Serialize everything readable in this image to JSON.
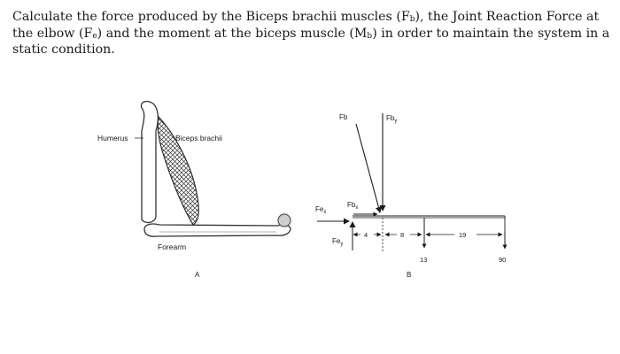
{
  "problem": {
    "p1": "Calculate the force produced by the Biceps brachii muscles (F",
    "s1": "b",
    "p2": "), the Joint Reaction Force at the elbow (F",
    "s2": "e",
    "p3": ") and the moment at the biceps muscle (M",
    "s3": "b",
    "p4": ") in order to maintain the system in a static condition."
  },
  "figure_a": {
    "humerus": "Humerus",
    "biceps": "Biceps brachii",
    "forearm": "Forearm",
    "caption": "A"
  },
  "figure_b": {
    "fb": "Fb",
    "fby": "Fb",
    "fby_sub": "y",
    "fbx": "Fb",
    "fbx_sub": "x",
    "fex": "Fe",
    "fex_sub": "x",
    "fey": "Fe",
    "fey_sub": "y",
    "dim_4": "4",
    "dim_8": "8",
    "dim_19": "19",
    "load_13": "13",
    "load_90": "90",
    "caption": "B"
  }
}
